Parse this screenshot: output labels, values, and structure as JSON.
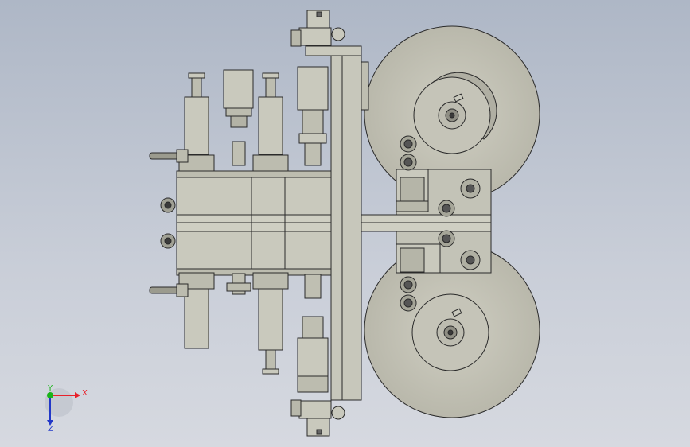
{
  "triad": {
    "x_label": "X",
    "y_label": "Y",
    "z_label": "Z",
    "x_color": "#e8202a",
    "y_color": "#19b419",
    "z_color": "#2238c8"
  },
  "colors": {
    "part_fill": "#c9c9bd",
    "part_fill_dark": "#a9a99c",
    "edge": "#2a2a2a",
    "disk_fill": "#c4c3b6",
    "background_top": "#aeb7c6",
    "background_bottom": "#d6d9e0"
  }
}
